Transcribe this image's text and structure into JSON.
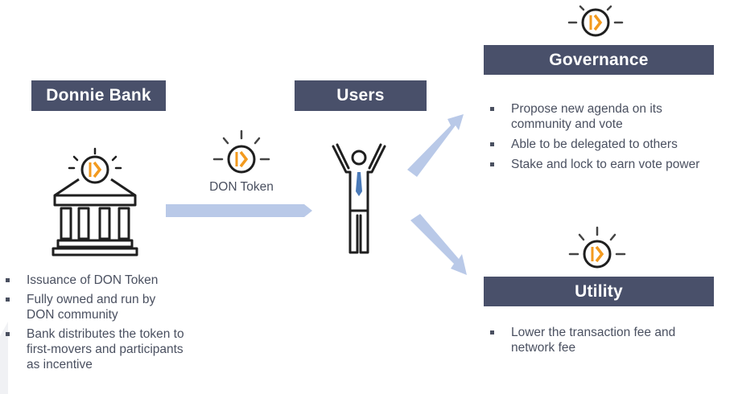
{
  "donnie_bank": {
    "title": "Donnie Bank",
    "bullets": [
      "Issuance of DON Token",
      "Fully owned and run by DON community",
      "Bank distributes the token to first-movers and participants as incentive"
    ]
  },
  "users": {
    "title": "Users"
  },
  "token": {
    "label": "DON Token"
  },
  "governance": {
    "title": "Governance",
    "bullets": [
      "Propose new agenda on its community and vote",
      "Able to be delegated to others",
      "Stake and lock to earn vote power"
    ]
  },
  "utility": {
    "title": "Utility",
    "bullets": [
      "Lower the transaction fee and network fee"
    ]
  },
  "colors": {
    "header": "#49506a",
    "accent": "#f39a1e",
    "arrow": "#b9c9e8",
    "icon_stroke": "#1f1f1f",
    "text": "#4a5060"
  },
  "icons": [
    "don-token-icon",
    "bank-building-icon",
    "person-raising-arms-icon"
  ]
}
